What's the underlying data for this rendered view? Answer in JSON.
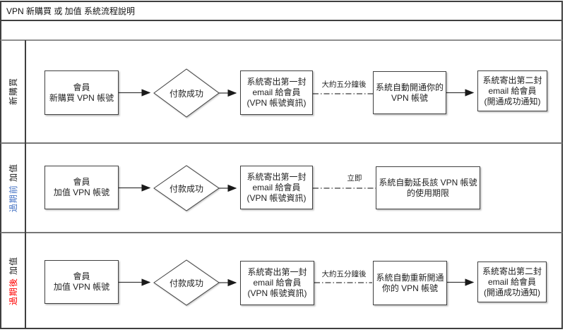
{
  "title": "VPN 新購買 或 加值 系統流程說明",
  "colors": {
    "accent_blue": "#4472C4",
    "accent_red": "#FF0000",
    "line": "#3F3F3F",
    "lane_divider": "#777777"
  },
  "lanes": [
    {
      "label_colored": "",
      "label_plain": "新購買",
      "start": [
        "會員",
        "新購買 VPN 帳號"
      ],
      "decision": "付款成功",
      "email1": [
        "系統寄出第一封",
        "email 給會員",
        "(VPN 帳號資訊)"
      ],
      "delay_label": "大約五分鐘後",
      "action": [
        "系統自動開通你的",
        "VPN 帳號"
      ],
      "email2": [
        "系統寄出第二封",
        "email 給會員",
        "(開通成功通知)"
      ]
    },
    {
      "label_colored": "過期前",
      "label_plain": " 加值",
      "label_accent": "#4472C4",
      "start": [
        "會員",
        "加值 VPN 帳號"
      ],
      "decision": "付款成功",
      "email1": [
        "系統寄出第一封",
        "email 給會員",
        "(VPN 帳號資訊)"
      ],
      "delay_label": "立即",
      "action": [
        "系統自動延長該 VPN 帳號",
        "的使用期限"
      ]
    },
    {
      "label_colored": "過期後",
      "label_plain": " 加值",
      "label_accent": "#FF0000",
      "start": [
        "會員",
        "加值 VPN 帳號"
      ],
      "decision": "付款成功",
      "email1": [
        "系統寄出第一封",
        "email 給會員",
        "(VPN 帳號資訊)"
      ],
      "delay_label": "大約五分鐘後",
      "action": [
        "系統自動重新開通",
        "你的 VPN 帳號"
      ],
      "email2": [
        "系統寄出第二封",
        "email 給會員",
        "(開通成功通知)"
      ]
    }
  ]
}
